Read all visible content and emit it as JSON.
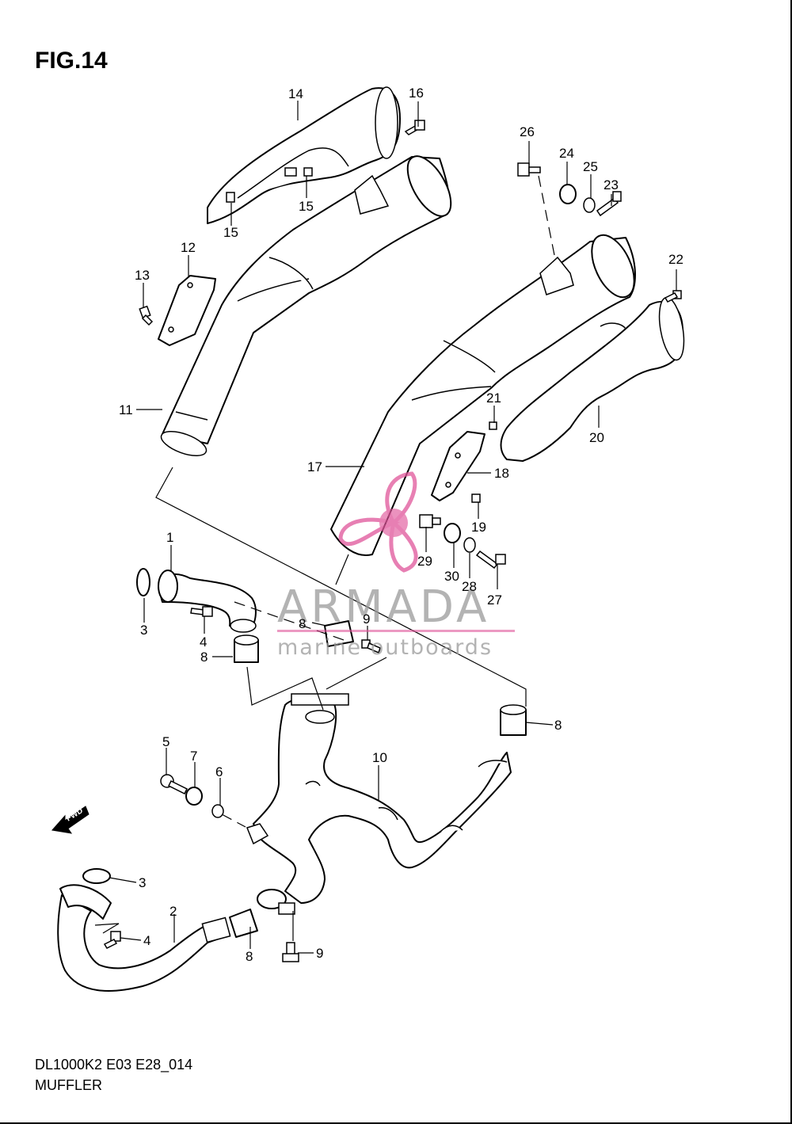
{
  "figure": {
    "title": "FIG.14",
    "code": "DL1000K2 E03 E28_014",
    "caption": "MUFFLER"
  },
  "watermark": {
    "brand": "ARMADA",
    "tagline": "marine outboards",
    "accent_color": "#e0559a"
  },
  "fwd_label": "FWD",
  "callouts": {
    "p1": "1",
    "p2": "2",
    "p3a": "3",
    "p3b": "3",
    "p4a": "4",
    "p4b": "4",
    "p5": "5",
    "p6": "6",
    "p7": "7",
    "p8a": "8",
    "p8b": "8",
    "p8c": "8",
    "p8d": "8",
    "p9a": "9",
    "p9b": "9",
    "p10": "10",
    "p11": "11",
    "p12": "12",
    "p13": "13",
    "p14": "14",
    "p15a": "15",
    "p15b": "15",
    "p16": "16",
    "p17": "17",
    "p18": "18",
    "p19": "19",
    "p20": "20",
    "p21": "21",
    "p22": "22",
    "p23": "23",
    "p24": "24",
    "p25": "25",
    "p26": "26",
    "p27": "27",
    "p28": "28",
    "p29": "29",
    "p30": "30"
  }
}
